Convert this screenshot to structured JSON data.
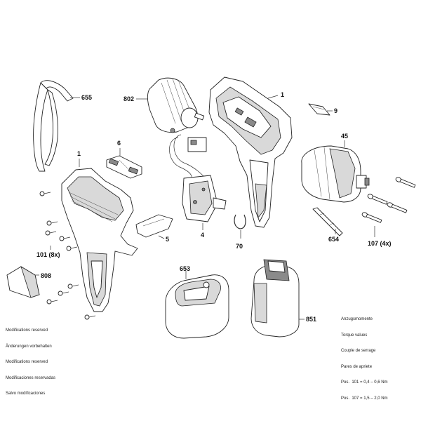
{
  "labels": {
    "p655": "655",
    "p802": "802",
    "p1_top": "1",
    "p9": "9",
    "p45": "45",
    "p6": "6",
    "p1_left": "1",
    "p5": "5",
    "p4": "4",
    "p70": "70",
    "p654": "654",
    "p107": "107 (4x)",
    "p101": "101 (8x)",
    "p808": "808",
    "p653": "653",
    "p851": "851"
  },
  "notes_left": [
    "Modifications reserved",
    "Änderungen vorbehalten",
    "Modifications reserved",
    "Modificaciones reservadas",
    "Salvo modificaciones"
  ],
  "notes_right": [
    "Anzugsmomente",
    "Torque values",
    "Couple de serrage",
    "Pares de apriete",
    "Pos.  101 = 0,4 – 0,6 Nm",
    "Pos.  107 = 1,5 – 2,0 Nm"
  ]
}
